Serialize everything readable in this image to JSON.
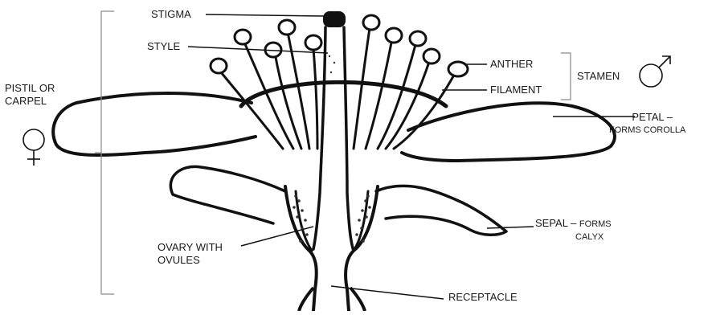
{
  "labels": {
    "stigma": "STIGMA",
    "style": "STYLE",
    "anther": "ANTHER",
    "filament": "FILAMENT",
    "stamen": "STAMEN",
    "pistil_line1": "PISTIL OR",
    "pistil_line2": "CARPEL",
    "petal_line1": "PETAL –",
    "petal_line2": "FORMS COROLLA",
    "sepal_main": "SEPAL – ",
    "sepal_forms": "FORMS",
    "sepal_line2": "CALYX",
    "ovary_line1": "OVARY WITH",
    "ovary_line2": "OVULES",
    "receptacle": "RECEPTACLE"
  },
  "symbols": {
    "male": "male-symbol",
    "female": "female-symbol"
  },
  "colors": {
    "ink": "#111111",
    "bracket": "#8a8a8a"
  }
}
